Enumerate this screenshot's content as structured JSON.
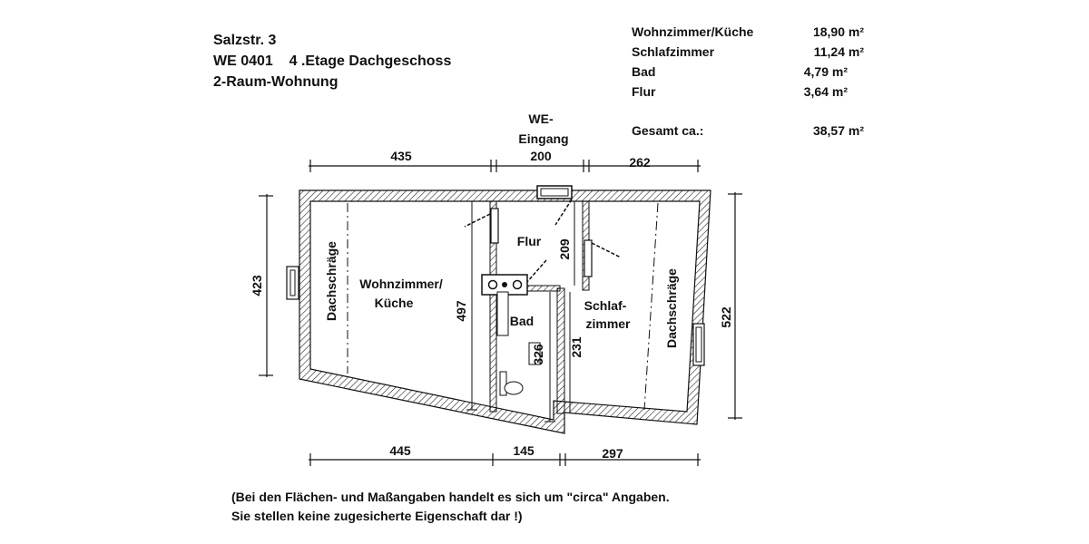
{
  "header": {
    "line1": "Salzstr. 3",
    "line2": "WE 0401    4 .Etage Dachgeschoss",
    "line3": "2-Raum-Wohnung"
  },
  "areas": [
    {
      "room": "Wohnzimmer/Küche",
      "value": "18,90 m²"
    },
    {
      "room": "Schlafzimmer",
      "value": "11,24 m²"
    },
    {
      "room": "Bad",
      "value": "4,79 m²"
    },
    {
      "room": "Flur",
      "value": "3,64 m²"
    }
  ],
  "total": {
    "label": "Gesamt ca.:",
    "value": "38,57 m²"
  },
  "entrance": {
    "line1": "WE-",
    "line2": "Eingang"
  },
  "dimensions": {
    "top": [
      "435",
      "200",
      "262"
    ],
    "bottom": [
      "445",
      "145",
      "297"
    ],
    "left": "423",
    "right": "522",
    "interior": {
      "d497": "497",
      "d209": "209",
      "d326": "326",
      "d231": "231"
    }
  },
  "rooms": {
    "living_line1": "Wohnzimmer/",
    "living_line2": "Küche",
    "flur": "Flur",
    "bad": "Bad",
    "sleep_line1": "Schlaf-",
    "sleep_line2": "zimmer",
    "slope_left": "Dachschräge",
    "slope_right": "Dachschräge"
  },
  "note": {
    "line1": "(Bei den Flächen- und Maßangaben handelt es sich um \"circa\" Angaben.",
    "line2": "Sie stellen keine zugesicherte Eigenschaft dar !)"
  }
}
